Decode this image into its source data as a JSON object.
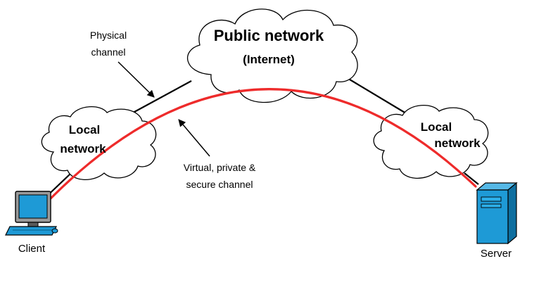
{
  "public_network": {
    "title": "Public network",
    "subtitle": "(Internet)"
  },
  "local_network_left": {
    "line1": "Local",
    "line2": "network"
  },
  "local_network_right": {
    "line1": "Local",
    "line2": "network"
  },
  "physical_channel": {
    "line1": "Physical",
    "line2": "channel"
  },
  "secure_channel": {
    "line1": "Virtual, private &",
    "line2": "secure channel"
  },
  "client": {
    "label": "Client"
  },
  "server": {
    "label": "Server"
  },
  "colors": {
    "secure_channel": "#ee2b2b",
    "device_blue": "#1e9ad6",
    "outline": "#000000"
  }
}
